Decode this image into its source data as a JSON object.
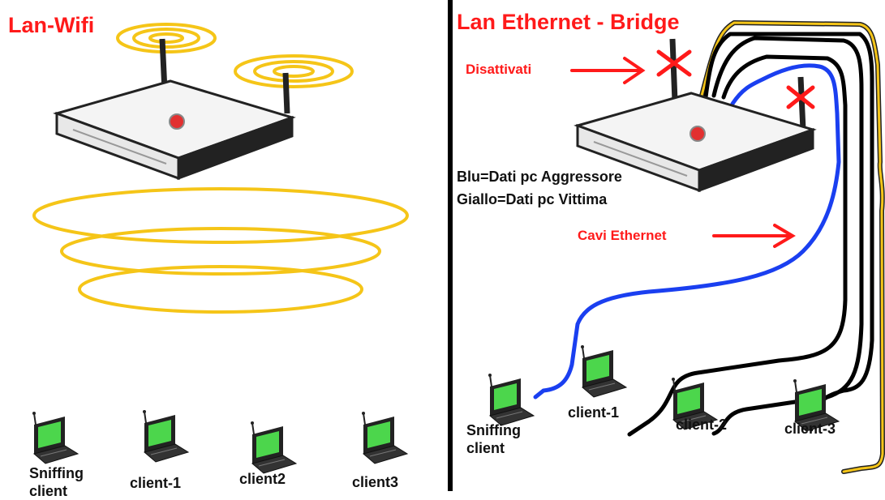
{
  "left": {
    "title": "Lan-Wifi",
    "clients": [
      {
        "line1": "Sniffing",
        "line2": "client"
      },
      {
        "line1": "client-1",
        "line2": ""
      },
      {
        "line1": "client2",
        "line2": ""
      },
      {
        "line1": "client3",
        "line2": ""
      }
    ]
  },
  "right": {
    "title": "Lan Ethernet - Bridge",
    "disabled_label": "Disattivati",
    "legend_blue": "Blu=Dati pc Aggressore",
    "legend_yellow": "Giallo=Dati pc Vittima",
    "cables_label": "Cavi Ethernet",
    "clients": [
      {
        "line1": "Sniffing",
        "line2": "client"
      },
      {
        "line1": "client-1",
        "line2": ""
      },
      {
        "line1": "client-2",
        "line2": ""
      },
      {
        "line1": "client-3",
        "line2": ""
      }
    ]
  },
  "colors": {
    "wifi_wave": "#f5c518",
    "title_red": "#ff1a1a",
    "attacker_blue": "#1a3ff0",
    "victim_yellow": "#f5c518",
    "cable_black": "#000000",
    "screen_green": "#4cd64c"
  },
  "icons": {
    "router": "router-icon",
    "laptop": "laptop-icon",
    "disabled": "x-mark-icon",
    "pointer": "arrow-right-icon"
  }
}
